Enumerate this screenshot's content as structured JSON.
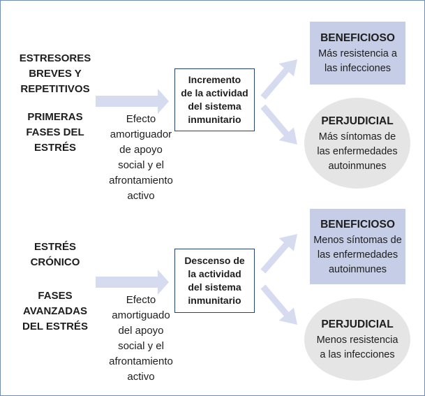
{
  "colors": {
    "frame": "#6f8db5",
    "box_border": "#26436e",
    "arrow": "#d6dbf0",
    "beneficial": "#c6cde6",
    "harmful": "#e5e5e5"
  },
  "top": {
    "stressors_lines": [
      "ESTRESORES",
      "BREVES Y",
      "REPETITIVOS"
    ],
    "phase_lines": [
      "PRIMERAS",
      "FASES DEL",
      "ESTRÉS"
    ],
    "buffer_lines": [
      "Efecto",
      "amortiguador",
      "de apoyo",
      "social y el",
      "afrontamiento",
      "activo"
    ],
    "box_lines": [
      "Incremento",
      "de la actividad",
      "del sistema",
      "inmunitario"
    ],
    "benefit": {
      "title": "BENEFICIOSO",
      "lines": [
        "Más resistencia a",
        "las infecciones"
      ]
    },
    "harm": {
      "title": "PERJUDICIAL",
      "lines": [
        "Más síntomas de",
        "las enfermedades",
        "autoinmunes"
      ]
    }
  },
  "bottom": {
    "stressors_lines": [
      "ESTRÉS",
      "CRÓNICO"
    ],
    "phase_lines": [
      "FASES",
      "AVANZADAS",
      "DEL ESTRÉS"
    ],
    "buffer_lines": [
      "Efecto",
      "amortiguado",
      "del apoyo",
      "social y el",
      "afrontamiento",
      "activo"
    ],
    "box_lines": [
      "Descenso de",
      "la actividad",
      "del sistema",
      "inmunitario"
    ],
    "benefit": {
      "title": "BENEFICIOSO",
      "lines": [
        "Menos síntomas de",
        "las enfermedades",
        "autoinmunes"
      ]
    },
    "harm": {
      "title": "PERJUDICIAL",
      "lines": [
        "Menos resistencia",
        "a las infecciones"
      ]
    }
  }
}
